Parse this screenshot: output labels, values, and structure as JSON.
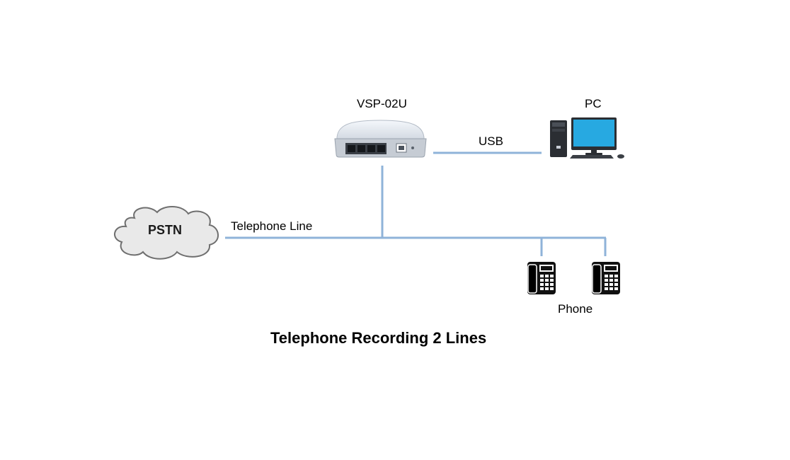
{
  "diagram": {
    "title": "Telephone Recording 2 Lines",
    "nodes": {
      "device": {
        "label": "VSP-02U"
      },
      "pc": {
        "label": "PC"
      },
      "pstn": {
        "label": "PSTN"
      },
      "phones": {
        "label": "Phone",
        "count": 2
      }
    },
    "connections": {
      "usb": {
        "label": "USB",
        "from": "device",
        "to": "pc"
      },
      "telephone_line": {
        "label": "Telephone Line",
        "from": "pstn",
        "to": "phones"
      },
      "device_drop": {
        "from": "device",
        "to": "telephone_line"
      }
    },
    "colors": {
      "line": "#8fb3d9",
      "cloud_fill": "#e9e9e9",
      "cloud_stroke": "#6f6f6f",
      "monitor_screen": "#27a9e1"
    },
    "icons": {
      "device": "telephone-recorder-box-icon",
      "pc": "desktop-computer-icon",
      "pstn": "cloud-icon",
      "phone": "desk-phone-icon"
    }
  }
}
